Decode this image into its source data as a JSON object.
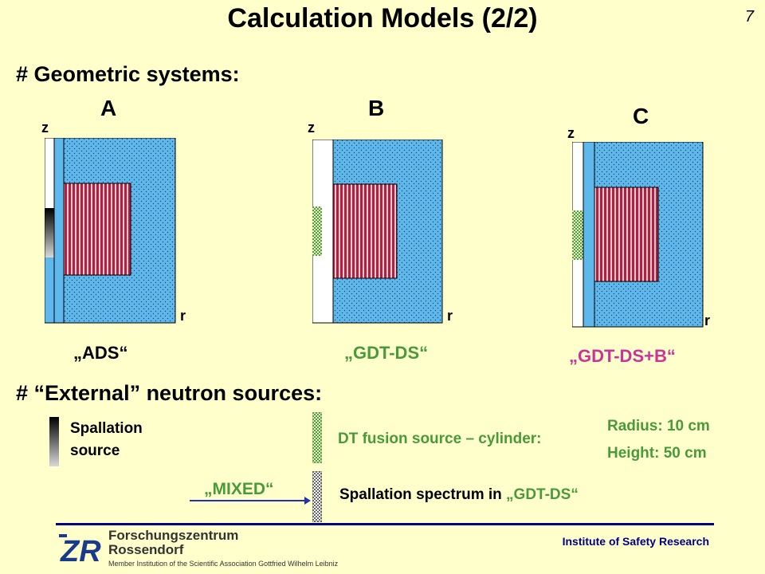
{
  "slide": {
    "title": "Calculation Models (2/2)",
    "page_number": "7"
  },
  "geometric": {
    "heading": "# Geometric systems:",
    "systems": [
      {
        "letter": "A",
        "axis_z": "z",
        "axis_r": "r",
        "name": "„ADS“"
      },
      {
        "letter": "B",
        "axis_z": "z",
        "axis_r": "r",
        "name": "„GDT-DS“"
      },
      {
        "letter": "C",
        "axis_z": "z",
        "axis_r": "r",
        "name": "„GDT-DS+B“"
      }
    ]
  },
  "sources": {
    "heading": "# “External” neutron sources:",
    "spallation_line1": "Spallation",
    "spallation_line2": "source",
    "dt_label": "DT fusion source – cylinder:",
    "radius": "Radius: 10 cm",
    "height": "Height:  50 cm",
    "mixed_label": "„MIXED“",
    "spallation_spectrum_prefix": "Spallation spectrum in ",
    "spallation_spectrum_name": "„GDT-DS“"
  },
  "footer": {
    "logo_line1": "Forschungszentrum",
    "logo_line2": "Rossendorf",
    "member_text": "Member Institution of the Scientific Association Gottfried Wilhelm Leibniz",
    "institute": "Institute of Safety Research"
  },
  "colors": {
    "background": "#ffffcc",
    "core_blue": "#5fb8ec",
    "target_red": "#b02040",
    "dt_green": "#88bb66",
    "footer_blue": "#000080",
    "magenta": "#cc3399"
  }
}
